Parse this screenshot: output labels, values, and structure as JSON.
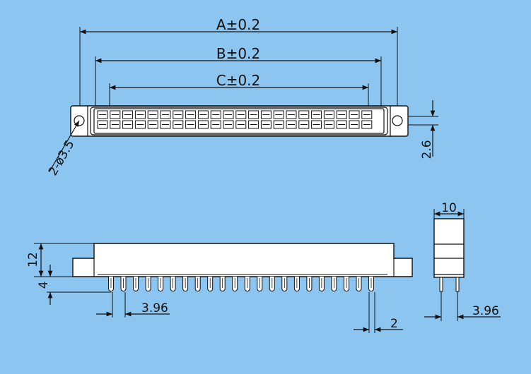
{
  "background_color": "#8cc5ef",
  "line_color": "#111111",
  "body_color": "#ffffff",
  "top_view": {
    "dim_a": "A±0.2",
    "dim_b": "B±0.2",
    "dim_c": "C±0.2",
    "hole_callout": "2-ø3.5",
    "height_dim": "2.6",
    "contact_columns": 22,
    "contact_rows": 2
  },
  "front_view": {
    "height_dim": "12",
    "pin_dim": "4",
    "pitch_dim": "3.96",
    "pin_width_dim": "2",
    "pin_count": 22
  },
  "side_view": {
    "width_dim": "10",
    "pitch_dim": "3.96"
  }
}
